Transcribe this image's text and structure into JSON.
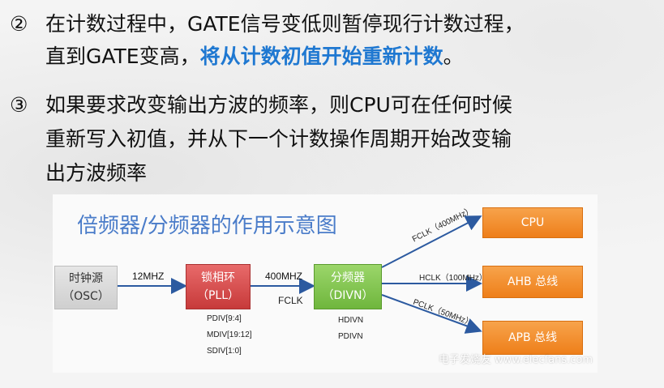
{
  "items": [
    {
      "marker": "②",
      "lines": [
        "在计数过程中，GATE信号变低则暂停现行计数过程，",
        "直到GATE变高，"
      ],
      "highlight": "将从计数初值开始重新计数",
      "tail": "。"
    },
    {
      "marker": "③",
      "lines": [
        "如果要求改变输出方波的频率，则CPU可在任何时候",
        "重新写入初值，并从下一个计数操作周期开始改变输",
        "出方波频率"
      ]
    }
  ],
  "diagram": {
    "title": "倍频器/分频器的作用示意图",
    "osc": {
      "line1": "时钟源",
      "line2": "（OSC）"
    },
    "pll": {
      "line1": "锁相环",
      "line2": "（PLL）"
    },
    "divn": {
      "line1": "分频器",
      "line2": "（DIVN）"
    },
    "edge_osc_pll": "12MHZ",
    "edge_pll_divn": "400MHZ",
    "fclk_tag": "FCLK",
    "pll_params": [
      "PDIV[9:4]",
      "MDIV[19:12]",
      "SDIV[1:0]"
    ],
    "divn_params": [
      "HDIVN",
      "PDIVN"
    ],
    "outputs": [
      {
        "box": "CPU",
        "edge": "FCLK（400MHz）"
      },
      {
        "box": "AHB 总线",
        "edge": "HCLK（100MHz）"
      },
      {
        "box": "APB 总线",
        "edge": "PCLK（50MHz）"
      }
    ],
    "watermark": "电子发烧友 www.elecfans.com",
    "colors": {
      "pll": "#d94b4b",
      "divn": "#7cc34a",
      "output": "#f08a24",
      "osc": "#d9d9d9",
      "title": "#4a7cc9",
      "highlight": "#1f78d1"
    }
  }
}
